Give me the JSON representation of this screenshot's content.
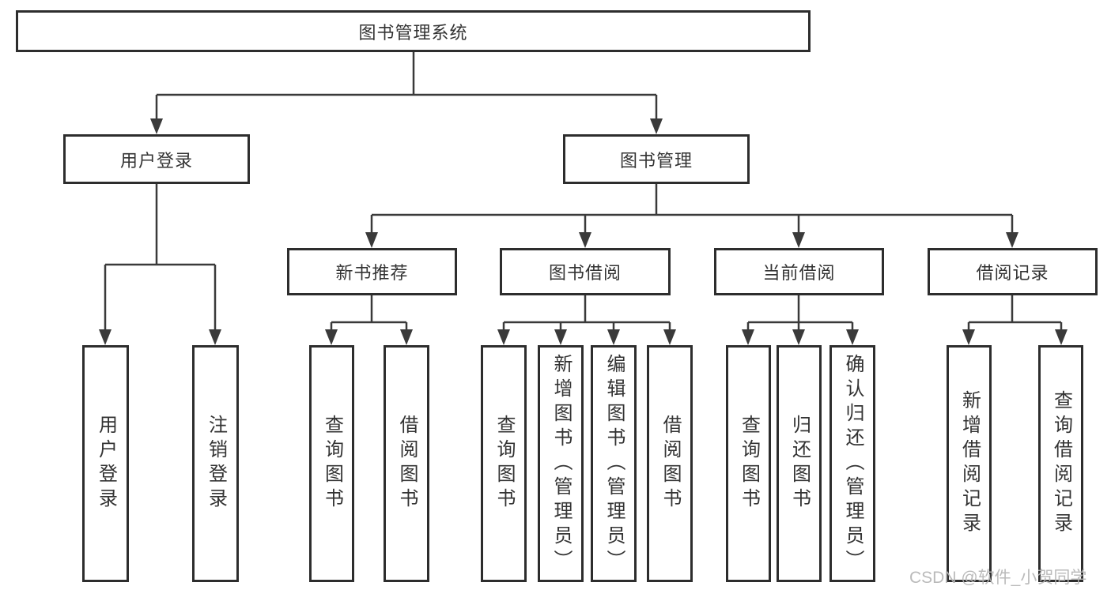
{
  "diagram": {
    "root": {
      "label": "图书管理系统",
      "children": [
        {
          "label": "用户登录",
          "children": [
            {
              "label": "用户登录"
            },
            {
              "label": "注销登录"
            }
          ]
        },
        {
          "label": "图书管理",
          "children": [
            {
              "label": "新书推荐",
              "children": [
                {
                  "label": "查询图书"
                },
                {
                  "label": "借阅图书"
                }
              ]
            },
            {
              "label": "图书借阅",
              "children": [
                {
                  "label": "查询图书"
                },
                {
                  "label": "新增图书（管理员）"
                },
                {
                  "label": "编辑图书（管理员）"
                },
                {
                  "label": "借阅图书"
                }
              ]
            },
            {
              "label": "当前借阅",
              "children": [
                {
                  "label": "查询图书"
                },
                {
                  "label": "归还图书"
                },
                {
                  "label": "确认归还（管理员）"
                }
              ]
            },
            {
              "label": "借阅记录",
              "children": [
                {
                  "label": "新增借阅记录"
                },
                {
                  "label": "查询借阅记录"
                }
              ]
            }
          ]
        }
      ]
    }
  },
  "watermark": {
    "text": "CSDN @软件_小贺同学"
  },
  "colors": {
    "line": "#3a3a3a",
    "box-border": "#2d2d2d",
    "text": "#333333",
    "background": "#ffffff",
    "watermark": "#b5b5b5"
  }
}
